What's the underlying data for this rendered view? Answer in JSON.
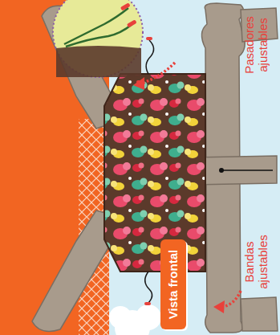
{
  "diagram": {
    "nodes": [
      {
        "text": [
          "Vista frontal"
        ]
      }
    ],
    "labels": [
      "Pasadores ajustables",
      "Bandas ajustables"
    ]
  }
}
